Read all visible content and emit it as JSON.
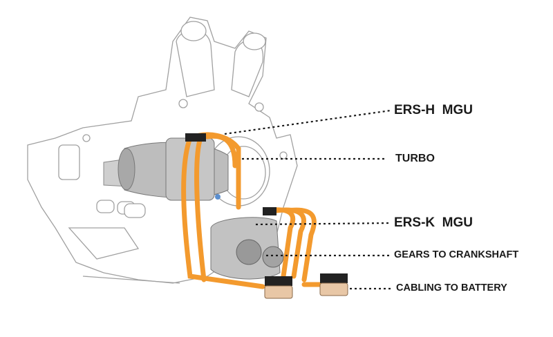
{
  "labels": {
    "ers_h": "ERS-H  MGU",
    "turbo": "TURBO",
    "ers_k": "ERS-K  MGU",
    "gears": "GEARS TO CRANKSHAFT",
    "cabling": "CABLING TO BATTERY"
  },
  "colors": {
    "cable": "#f39a2e",
    "outline": "#9a9a9a",
    "component": "#b8b8b8",
    "connector": "#e8c7a6",
    "text": "#1a1a1a"
  }
}
